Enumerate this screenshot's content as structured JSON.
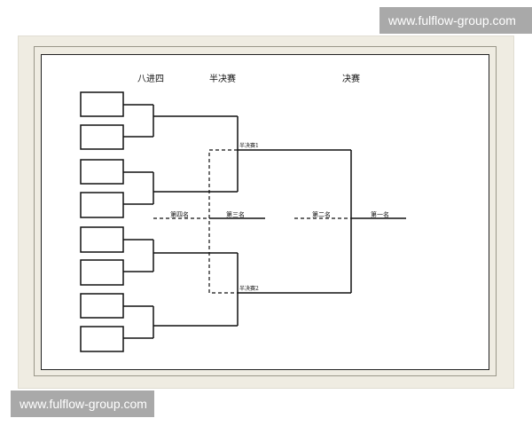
{
  "watermark": {
    "top_text": "www.fulflow-group.com",
    "bottom_text": "www.fulflow-group.com"
  },
  "headers": {
    "quarterfinal": "八进四",
    "semifinal": "半决赛",
    "final": "决赛"
  },
  "labels": {
    "semifinal_1": "半决赛1",
    "semifinal_2": "半决赛2",
    "fourth_place": "第四名",
    "third_place": "第三名",
    "second_place": "第二名",
    "first_place": "第一名"
  },
  "team_slots": [
    "",
    "",
    "",
    "",
    "",
    "",
    "",
    ""
  ]
}
